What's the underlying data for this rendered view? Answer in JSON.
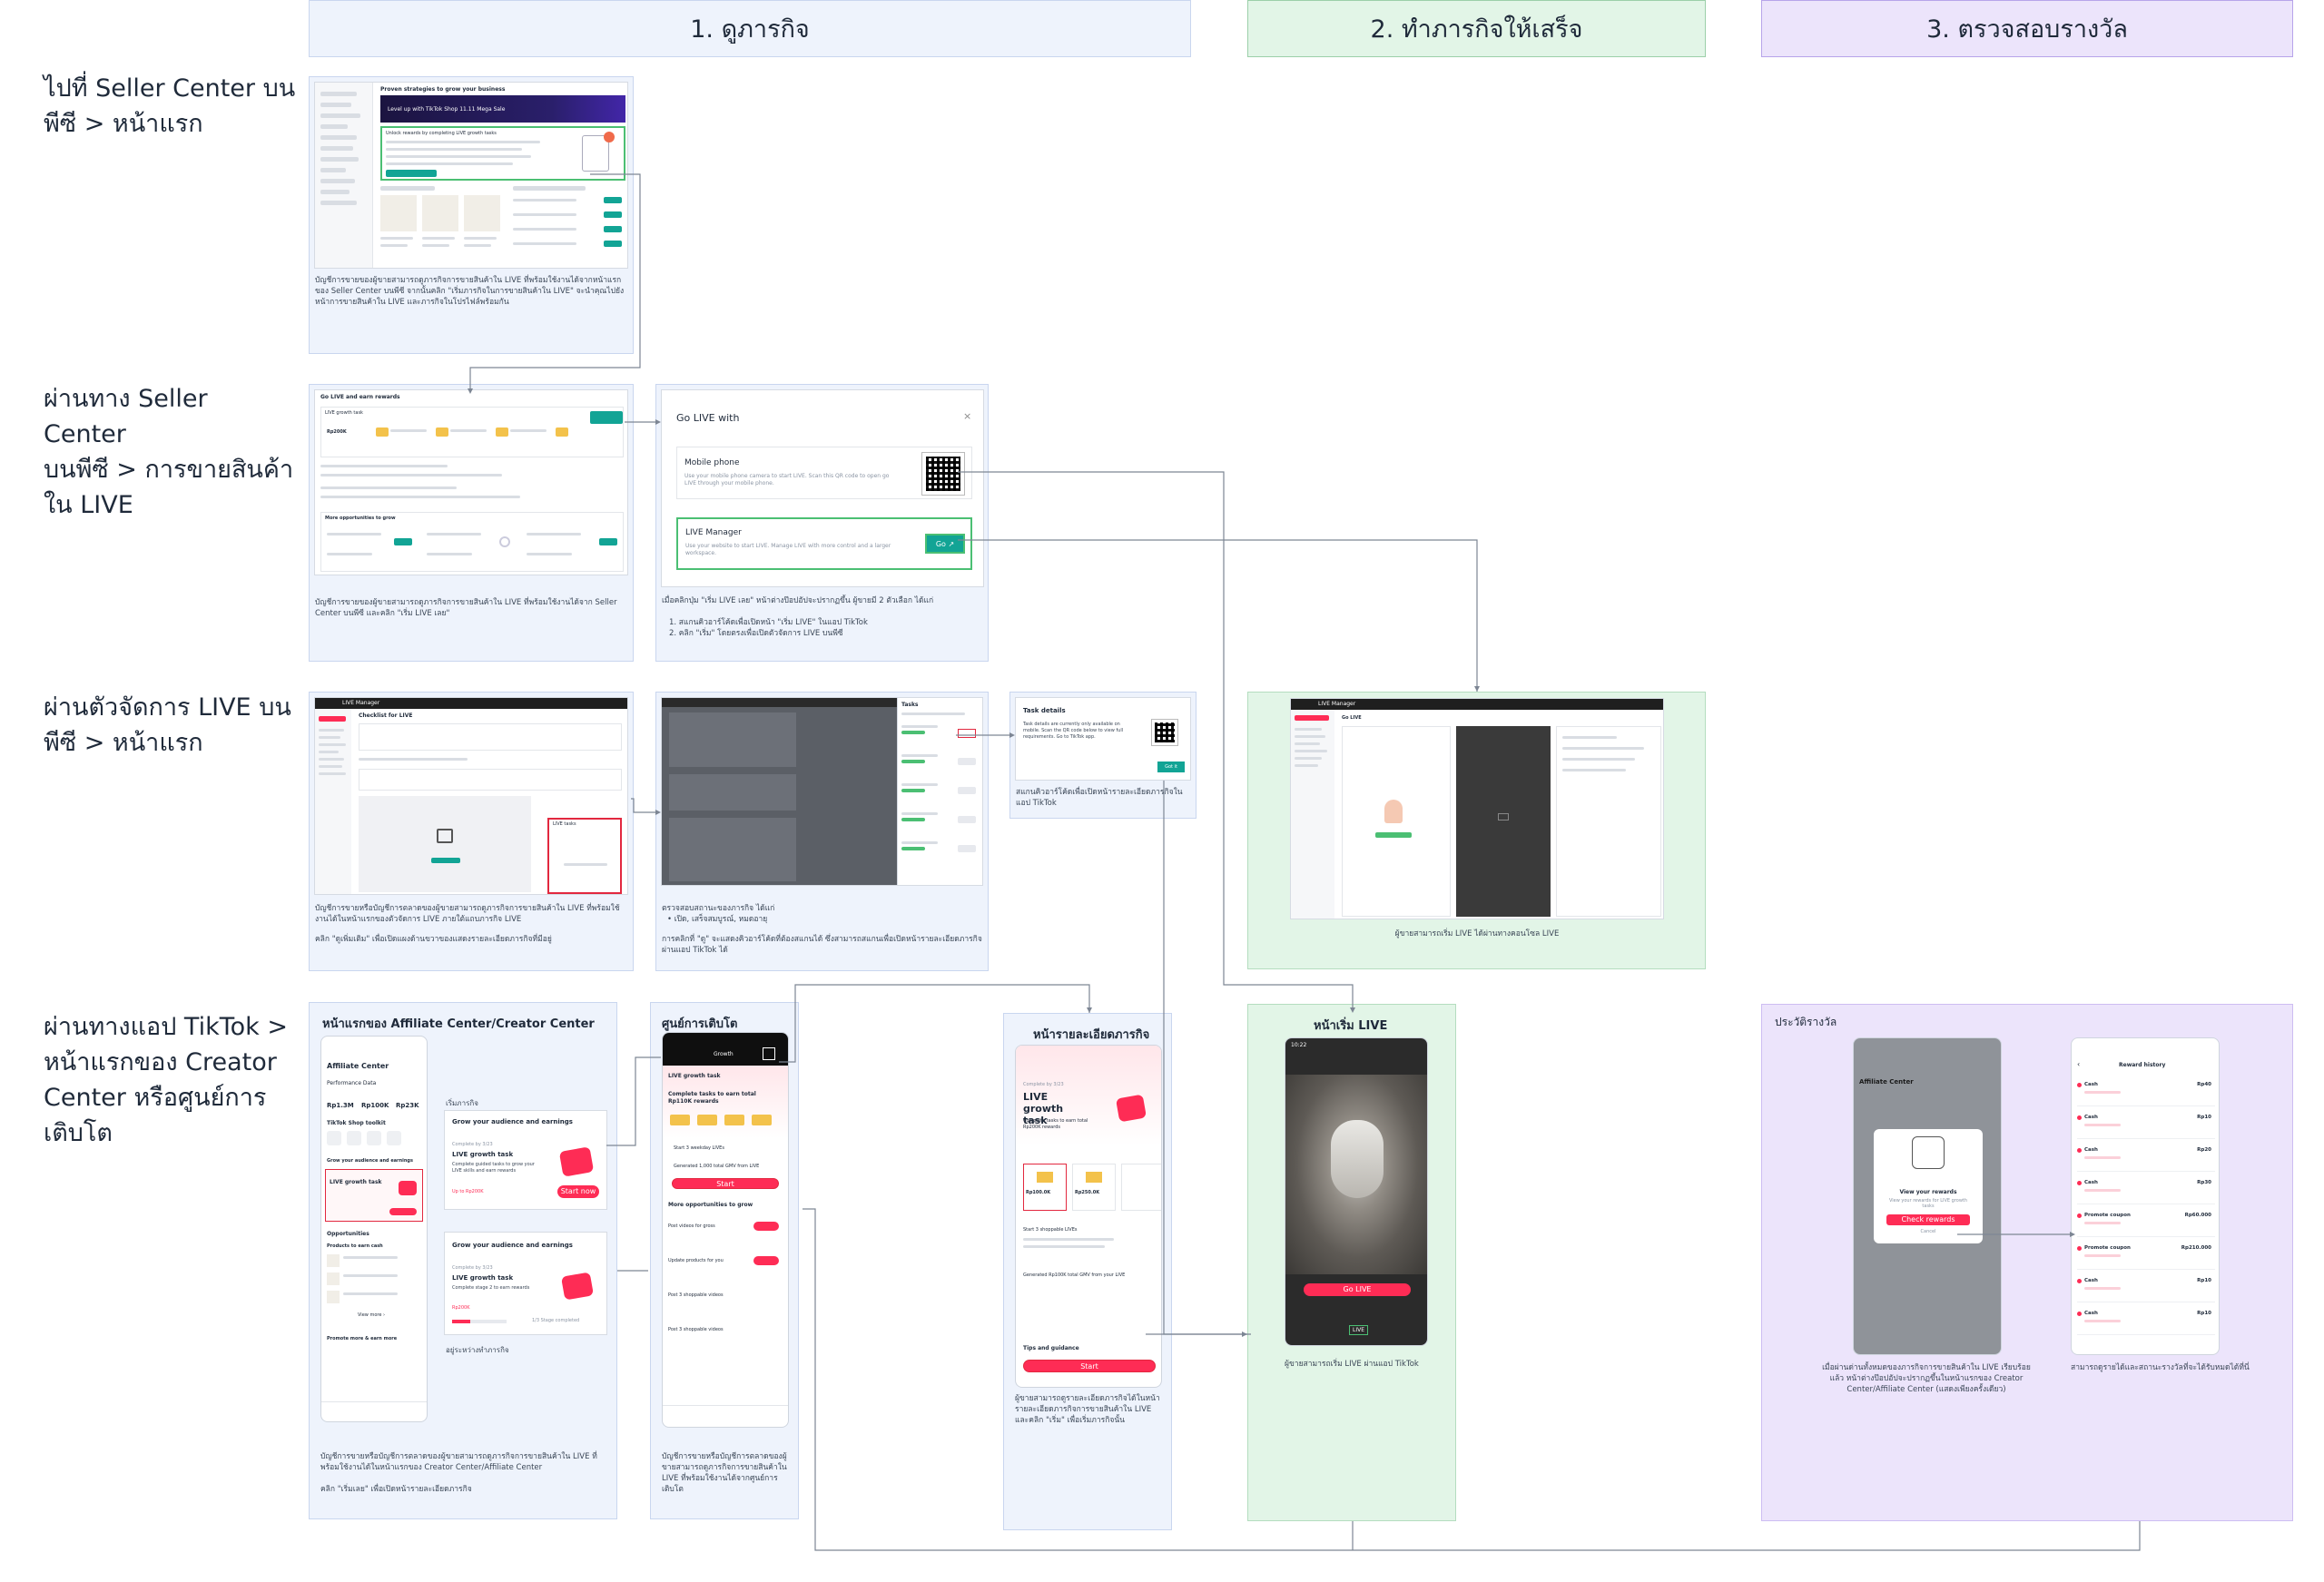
{
  "columns": [
    {
      "title": "1. ดูภารกิจ",
      "color": "#eef3fc",
      "border": "#c9d6ef"
    },
    {
      "title": "2. ทำภารกิจให้เสร็จ",
      "color": "#e2f5e7",
      "border": "#9ccfa9"
    },
    {
      "title": "3. ตรวจสอบรางวัล",
      "color": "#ece4fb",
      "border": "#b7a4ea"
    }
  ],
  "rows": [
    {
      "label": "ไปที่ Seller Center บน\nพีซี > หน้าแรก"
    },
    {
      "label": "ผ่านทาง Seller Center\n บนพีซี > การขายสินค้า\nใน LIVE"
    },
    {
      "label": "ผ่านตัวจัดการ LIVE บน\nพีซี > หน้าแรก"
    },
    {
      "label": "ผ่านทางแอป TikTok >\nหน้าแรกของ Creator\nCenter หรือศูนย์การ\nเติบโต"
    }
  ],
  "row1": {
    "shot": {
      "heading": "Proven strategies to grow your business",
      "banner": "Level up with TikTok Shop 11.11 Mega Sale",
      "task_line": "Unlock rewards by completing LIVE growth tasks"
    },
    "caption": "บัญชีการขายของผู้ขายสามารถดูภารกิจการขายสินค้าใน LIVE ที่พร้อมใช้งานได้จากหน้าแรกของ Seller Center บนพีซี จากนั้นคลิก \"เริ่มภารกิจในการขายสินค้าใน LIVE\" จะนำคุณไปยังหน้าการขายสินค้าใน LIVE และภารกิจในโปรไฟล์พร้อมกัน"
  },
  "row2": {
    "shot": {
      "heading": "Go LIVE and earn rewards",
      "task_label": "LIVE growth task",
      "reward_value": "Rp200K",
      "more": "More opportunities to grow"
    },
    "caption": "บัญชีการขายของผู้ขายสามารถดูภารกิจการขายสินค้าใน LIVE ที่พร้อมใช้งานได้จาก Seller Center บนพีซี และคลิก \"เริ่ม LIVE เลย\"",
    "modal": {
      "title": "Go LIVE with",
      "close": "×",
      "option1_title": "Mobile phone",
      "option1_desc": "Use your mobile phone camera to start LIVE. Scan this QR code to open go LIVE through your mobile phone.",
      "option2_title": "LIVE Manager",
      "option2_desc": "Use your website to start LIVE. Manage LIVE with more control and a larger workspace.",
      "go_label": "Go ↗"
    },
    "modal_caption_1": "เมื่อคลิกปุ่ม \"เริ่ม LIVE เลย\" หน้าต่างป๊อปอัปจะปรากฏขึ้น ผู้ขายมี 2 ตัวเลือก ได้แก่",
    "modal_caption_2": "1. สแกนคิวอาร์โค้ดเพื่อเปิดหน้า \"เริ่ม LIVE\" ในแอป TikTok",
    "modal_caption_3": "2. คลิก \"เริ่ม\" โดยตรงเพื่อเปิดตัวจัดการ LIVE บนพีซี"
  },
  "row3": {
    "shot1": {
      "app": "LIVE Manager",
      "heading": "Checklist for LIVE",
      "box": "LIVE tasks"
    },
    "caption1_a": "บัญชีการขายหรือบัญชีการตลาดของผู้ขายสามารถดูภารกิจการขายสินค้าใน LIVE ที่พร้อมใช้งานได้ในหน้าแรกของตัวจัดการ LIVE ภายใต้แถบภารกิจ LIVE",
    "caption1_b": "คลิก \"ดูเพิ่มเติม\" เพื่อเปิดแผงด้านขวาของแสดงรายละเอียดภารกิจที่มีอยู่",
    "shot2": {
      "panel": "Tasks"
    },
    "caption2_a": "ตรวจสอบสถานะของภารกิจ ได้แก่",
    "caption2_b": "• เปิด, เสร็จสมบูรณ์, หมดอายุ",
    "caption2_c": "การคลิกที่ \"ดู\" จะแสดงคิวอาร์โค้ดที่ต้องสแกนได้ ซึ่งสามารถสแกนเพื่อเปิดหน้ารายละเอียดภารกิจผ่านแอป TikTok ได้",
    "task_box": {
      "title": "Task details",
      "text": "Task details are currently only available on mobile. Scan the QR code below to view full requirements. Go to TikTok app.",
      "button": "Got it"
    },
    "caption3": "สแกนคิวอาร์โค้ดเพื่อเปิดหน้ารายละเอียดภารกิจในแอป TikTok",
    "manager": {
      "app": "LIVE Manager",
      "label": "Go LIVE"
    },
    "caption4": "ผู้ขายสามารถเริ่ม LIVE ได้ผ่านทางคอนโซล LIVE"
  },
  "row4": {
    "affiliate": {
      "panel_title": "หน้าแรกของ Affiliate Center/Creator Center",
      "app_title": "Affiliate Center",
      "perf": "Performance Data",
      "stats": [
        "Rp1.3M",
        "Rp100K",
        "Rp23K"
      ],
      "toolkit": "TikTok Shop toolkit",
      "grow": "Grow your audience and earnings",
      "task": "LIVE growth task",
      "opps": "Opportunities",
      "products": "Products to earn cash",
      "promote": "Promote more & earn more",
      "view_more": "View more ›",
      "card_label": "เริ่มภารกิจ",
      "card1_title": "Grow your audience and earnings",
      "card1_due": "Complete by 3/23",
      "card1_task": "LIVE growth task",
      "card1_desc": "Complete guided tasks to grow your LIVE skills and earn rewards",
      "card1_reward": "Up to Rp200K",
      "card1_button": "Start now",
      "card2_title": "Grow your audience and earnings",
      "card2_due": "Complete by 3/23",
      "card2_task": "LIVE growth task",
      "card2_desc": "Complete stage 2 to earn rewards",
      "card2_reward": "Rp200K",
      "card2_progress": "1/3 Stage completed",
      "card_caption": "อยู่ระหว่างทำภารกิจ",
      "caption_a": "บัญชีการขายหรือบัญชีการตลาดของผู้ขายสามารถดูภารกิจการขายสินค้าใน LIVE ที่พร้อมใช้งานได้ในหน้าแรกของ Creator Center/Affiliate Center",
      "caption_b": "คลิก \"เริ่มเลย\" เพื่อเปิดหน้ารายละเอียดภารกิจ"
    },
    "growth": {
      "panel_title": "ศูนย์การเติบโต",
      "header": "Growth",
      "task": "LIVE growth task",
      "sub": "Complete tasks to earn total Rp110K rewards",
      "start": "Start 3 weekday LIVEs",
      "gmv": "Generated 1,000 total GMV from LIVE",
      "button": "Start",
      "more": "More opportunities to grow",
      "items": [
        "Post videos for gross",
        "Update products for you",
        "Post 3 shoppable videos",
        "Post 3 shoppable videos"
      ],
      "caption": "บัญชีการขายหรือบัญชีการตลาดของผู้ขายสามารถดูภารกิจการขายสินค้าใน LIVE ที่พร้อมใช้งานได้จากศูนย์การเติบโต"
    },
    "details": {
      "panel_title": "หน้ารายละเอียดภารกิจ",
      "due": "Complete by 3/23",
      "task": "LIVE growth task",
      "desc": "Complete tasks to earn total Rp200K rewards",
      "r1": "Rp100.0K",
      "r2": "Rp250.0K",
      "start_text": "Start 3 shoppable LIVEs",
      "gmv_text": "Generated Rp100K total GMV from your LIVE",
      "tips": "Tips and guidance",
      "button": "Start",
      "caption": "ผู้ขายสามารถดูรายละเอียดภารกิจได้ในหน้ารายละเอียดภารกิจการขายสินค้าใน LIVE และคลิก \"เริ่ม\" เพื่อเริ่มภารกิจนั้น"
    },
    "live": {
      "panel_title": "หน้าเริ่ม LIVE",
      "time": "10:22",
      "button": "Go LIVE",
      "mode": "LIVE",
      "caption": "ผู้ขายสามารถเริ่ม LIVE ผ่านแอป TikTok"
    },
    "rewards": {
      "panel_title": "ประวัติรางวัล",
      "app_title": "Affiliate Center",
      "modal_title": "View your rewards",
      "modal_desc": "View your rewards for LIVE growth tasks",
      "modal_button": "Check rewards",
      "modal_cancel": "Cancel",
      "caption1": "เมื่อผ่านด่านทั้งหมดของภารกิจการขายสินค้าใน LIVE เรียบร้อยแล้ว หน้าต่างป๊อปอัปจะปรากฏขึ้นในหน้าแรกของ Creator Center/Affiliate Center (แสดงเพียงครั้งเดียว)",
      "history_title": "Reward history",
      "history": [
        {
          "name": "Cash",
          "amount": "Rp40"
        },
        {
          "name": "Cash",
          "amount": "Rp10"
        },
        {
          "name": "Cash",
          "amount": "Rp20"
        },
        {
          "name": "Cash",
          "amount": "Rp30"
        },
        {
          "name": "Promote coupon",
          "amount": "Rp60.000"
        },
        {
          "name": "Promote coupon",
          "amount": "Rp210.000"
        },
        {
          "name": "Cash",
          "amount": "Rp10"
        },
        {
          "name": "Cash",
          "amount": "Rp10"
        }
      ],
      "caption2": "สามารถดูรายได้และสถานะรางวัลที่จะได้รับหมดได้ที่นี่"
    }
  }
}
